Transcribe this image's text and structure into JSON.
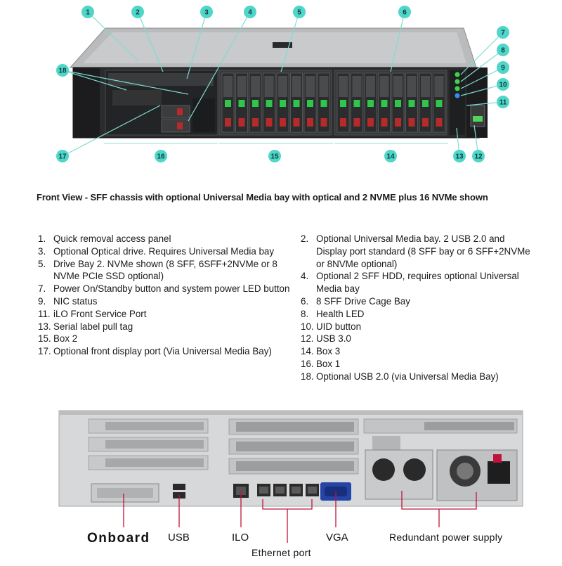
{
  "callouts": [
    "1",
    "2",
    "3",
    "4",
    "5",
    "6",
    "7",
    "8",
    "9",
    "10",
    "11",
    "12",
    "13",
    "14",
    "15",
    "16",
    "17",
    "18"
  ],
  "caption": "Front View - SFF chassis with optional Universal Media bay with optical and 2 NVME plus 16 NVMe shown",
  "legend_left": [
    {
      "num": "1.",
      "text": "Quick removal access panel"
    },
    {
      "num": "3.",
      "text": "Optional Optical drive. Requires Universal Media bay"
    },
    {
      "num": "5.",
      "text": "Drive Bay 2. NVMe shown (8 SFF, 6SFF+2NVMe or 8 NVMe PCIe SSD optional)"
    },
    {
      "num": "7.",
      "text": "Power On/Standby button and system power LED button"
    },
    {
      "num": "9.",
      "text": "NIC status"
    },
    {
      "num": "11.",
      "text": "iLO Front Service Port"
    },
    {
      "num": "13.",
      "text": "Serial label pull tag"
    },
    {
      "num": "15.",
      "text": "Box 2"
    },
    {
      "num": "17.",
      "text": "Optional front display port (Via Universal Media Bay)"
    }
  ],
  "legend_right": [
    {
      "num": "2.",
      "text": "Optional Universal Media bay. 2 USB 2.0 and Display port standard (8 SFF bay or 6 SFF+2NVMe or 8NVMe optional)"
    },
    {
      "num": "4.",
      "text": "Optional 2 SFF HDD, requires optional Universal Media bay"
    },
    {
      "num": "6.",
      "text": "8 SFF Drive Cage Bay"
    },
    {
      "num": "8.",
      "text": "Health LED"
    },
    {
      "num": "10.",
      "text": "UID button"
    },
    {
      "num": "12.",
      "text": "USB 3.0"
    },
    {
      "num": "14.",
      "text": "Box 3"
    },
    {
      "num": "16.",
      "text": "Box 1"
    },
    {
      "num": "18.",
      "text": "Optional USB 2.0 (via Universal Media Bay)"
    }
  ],
  "rear_labels": {
    "onboard": "Onboard",
    "usb": "USB",
    "ilo": "ILO",
    "vga": "VGA",
    "ethernet": "Ethernet port",
    "power": "Redundant power supply"
  },
  "colors": {
    "callout_fill": "#4fd6c8",
    "callout_line": "#7fdcd2",
    "drive_led": "#2fc64a",
    "rear_label_line": "#c0143c",
    "vga_port": "#2444a8"
  }
}
